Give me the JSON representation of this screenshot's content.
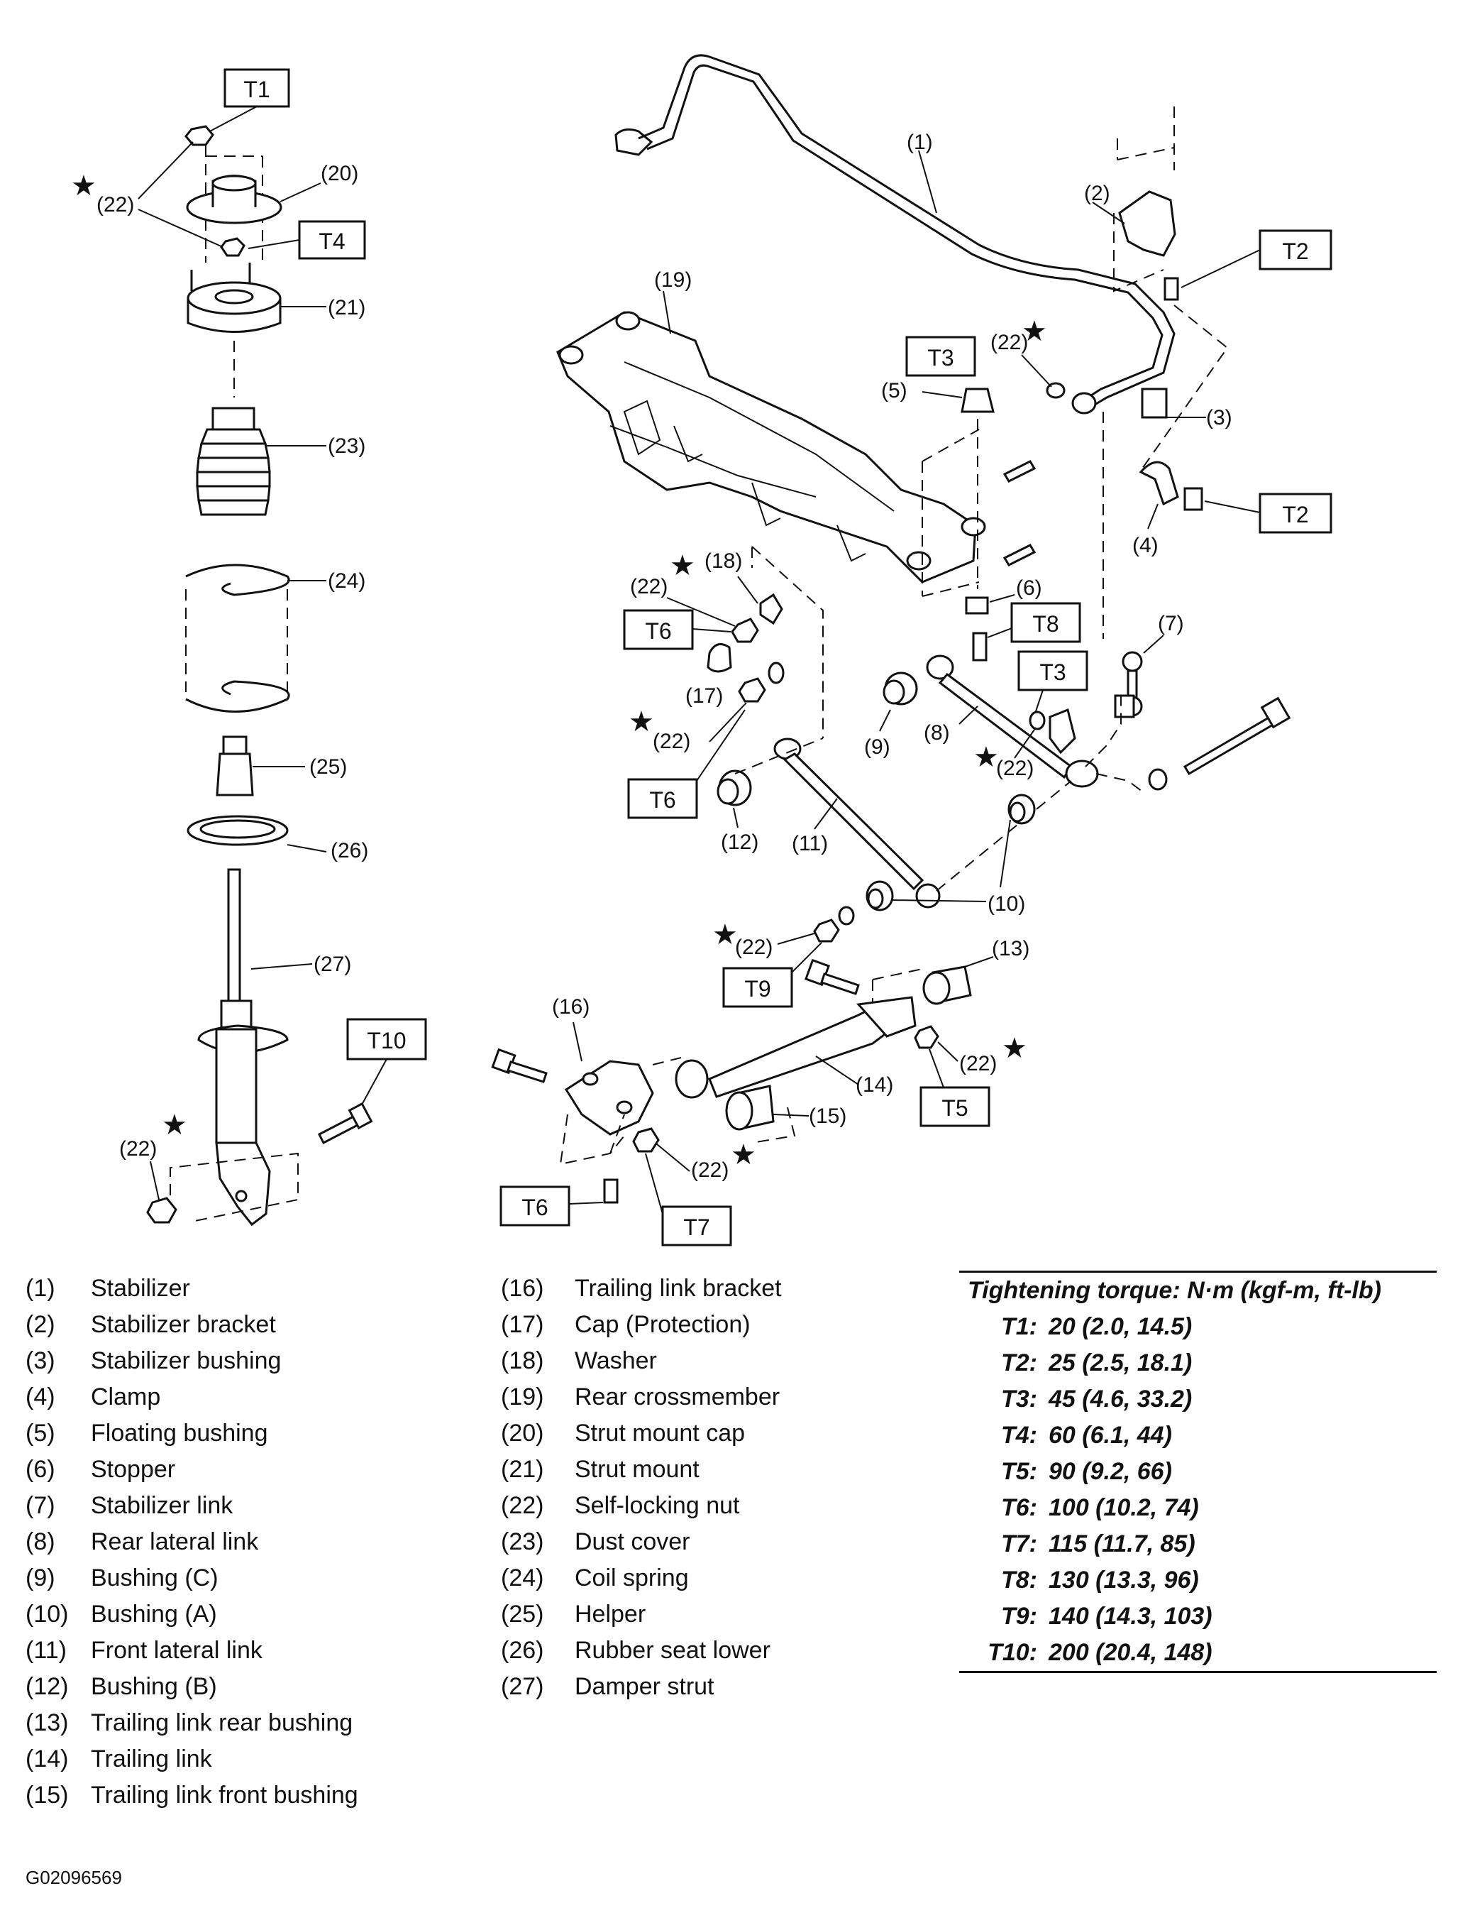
{
  "callouts": {
    "n1": "(1)",
    "n2": "(2)",
    "n3": "(3)",
    "n4": "(4)",
    "n5": "(5)",
    "n6": "(6)",
    "n7": "(7)",
    "n8": "(8)",
    "n9": "(9)",
    "n10": "(10)",
    "n11": "(11)",
    "n12": "(12)",
    "n13": "(13)",
    "n14": "(14)",
    "n15": "(15)",
    "n16": "(16)",
    "n17": "(17)",
    "n18": "(18)",
    "n19": "(19)",
    "n20": "(20)",
    "n21": "(21)",
    "n22": "(22)",
    "n23": "(23)",
    "n24": "(24)",
    "n25": "(25)",
    "n26": "(26)",
    "n27": "(27)"
  },
  "torque_tags": {
    "t1": "T1",
    "t2": "T2",
    "t3": "T3",
    "t4": "T4",
    "t5": "T5",
    "t6": "T6",
    "t7": "T7",
    "t8": "T8",
    "t9": "T9",
    "t10": "T10"
  },
  "star": "★",
  "legend_left": [
    {
      "num": "(1)",
      "label": "Stabilizer"
    },
    {
      "num": "(2)",
      "label": "Stabilizer bracket"
    },
    {
      "num": "(3)",
      "label": "Stabilizer bushing"
    },
    {
      "num": "(4)",
      "label": "Clamp"
    },
    {
      "num": "(5)",
      "label": "Floating bushing"
    },
    {
      "num": "(6)",
      "label": "Stopper"
    },
    {
      "num": "(7)",
      "label": "Stabilizer link"
    },
    {
      "num": "(8)",
      "label": "Rear lateral link"
    },
    {
      "num": "(9)",
      "label": "Bushing (C)"
    },
    {
      "num": "(10)",
      "label": "Bushing (A)"
    },
    {
      "num": "(11)",
      "label": "Front lateral link"
    },
    {
      "num": "(12)",
      "label": "Bushing (B)"
    },
    {
      "num": "(13)",
      "label": "Trailing link rear bushing"
    },
    {
      "num": "(14)",
      "label": "Trailing link"
    },
    {
      "num": "(15)",
      "label": "Trailing link front bushing"
    }
  ],
  "legend_mid": [
    {
      "num": "(16)",
      "label": "Trailing link bracket"
    },
    {
      "num": "(17)",
      "label": "Cap (Protection)"
    },
    {
      "num": "(18)",
      "label": "Washer"
    },
    {
      "num": "(19)",
      "label": "Rear crossmember"
    },
    {
      "num": "(20)",
      "label": "Strut mount cap"
    },
    {
      "num": "(21)",
      "label": "Strut mount"
    },
    {
      "num": "(22)",
      "label": "Self-locking nut"
    },
    {
      "num": "(23)",
      "label": "Dust cover"
    },
    {
      "num": "(24)",
      "label": "Coil spring"
    },
    {
      "num": "(25)",
      "label": "Helper"
    },
    {
      "num": "(26)",
      "label": "Rubber seat lower"
    },
    {
      "num": "(27)",
      "label": "Damper strut"
    }
  ],
  "torque": {
    "header": "Tightening torque: N·m (kgf-m, ft-lb)",
    "rows": [
      {
        "id": "T1:",
        "value": "20 (2.0, 14.5)"
      },
      {
        "id": "T2:",
        "value": "25 (2.5, 18.1)"
      },
      {
        "id": "T3:",
        "value": "45 (4.6, 33.2)"
      },
      {
        "id": "T4:",
        "value": "60 (6.1, 44)"
      },
      {
        "id": "T5:",
        "value": "90 (9.2, 66)"
      },
      {
        "id": "T6:",
        "value": "100 (10.2, 74)"
      },
      {
        "id": "T7:",
        "value": "115 (11.7, 85)"
      },
      {
        "id": "T8:",
        "value": "130 (13.3, 96)"
      },
      {
        "id": "T9:",
        "value": "140 (14.3, 103)"
      },
      {
        "id": "T10:",
        "value": "200 (20.4, 148)"
      }
    ]
  },
  "figure_code": "G02096569"
}
